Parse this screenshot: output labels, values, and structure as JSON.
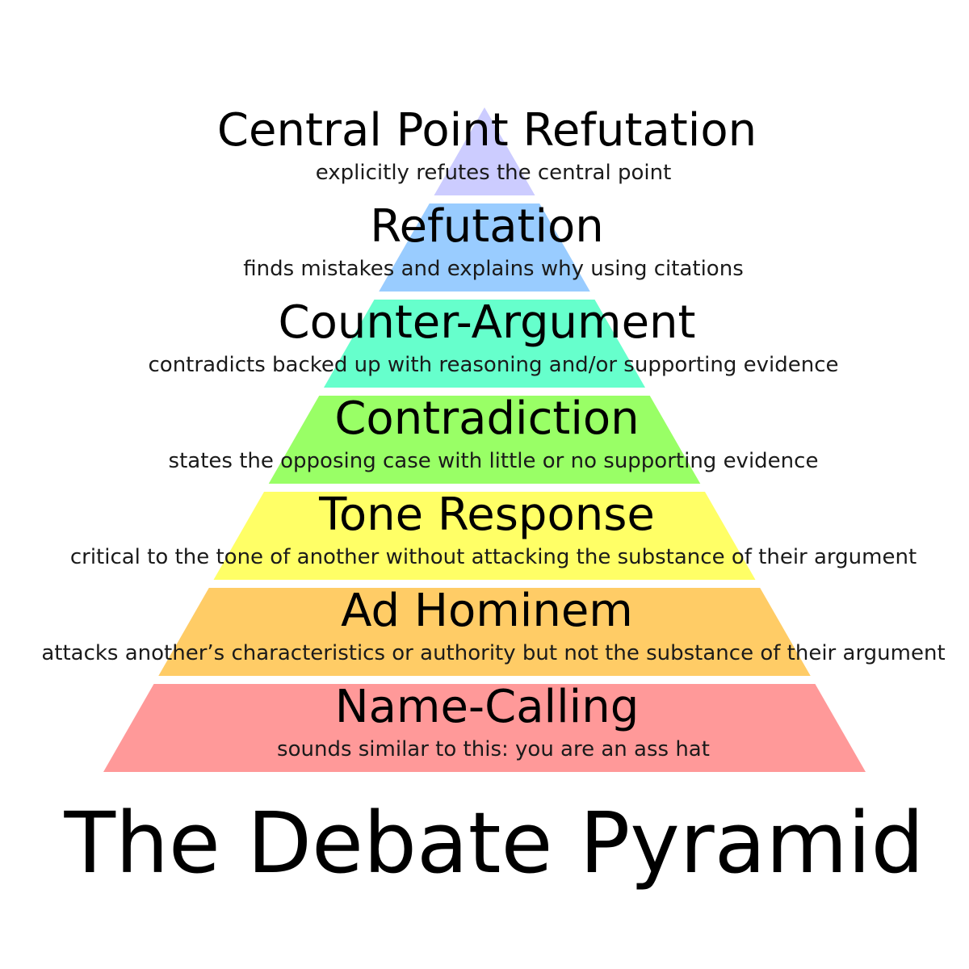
{
  "title": "The Debate Pyramid",
  "tiers": [
    {
      "name": "Central Point Refutation",
      "description": "explicitly refutes the central point",
      "color": "#ccccff"
    },
    {
      "name": "Refutation",
      "description": "finds mistakes and explains why using citations",
      "color": "#99ccff"
    },
    {
      "name": "Counter-Argument",
      "description": "contradicts backed up with reasoning and/or supporting evidence",
      "color": "#66ffcc"
    },
    {
      "name": "Contradiction",
      "description": "states the opposing case with little or no supporting evidence",
      "color": "#99ff66"
    },
    {
      "name": "Tone Response",
      "description": "critical to the tone of another without attacking the substance of their argument",
      "color": "#ffff66"
    },
    {
      "name": "Ad Hominem",
      "description": "attacks another’s characteristics or authority but not the substance of their argument",
      "color": "#ffcc66"
    },
    {
      "name": "Name-Calling",
      "description": "sounds similar to this: you are an ass hat",
      "color": "#ff9999"
    }
  ]
}
